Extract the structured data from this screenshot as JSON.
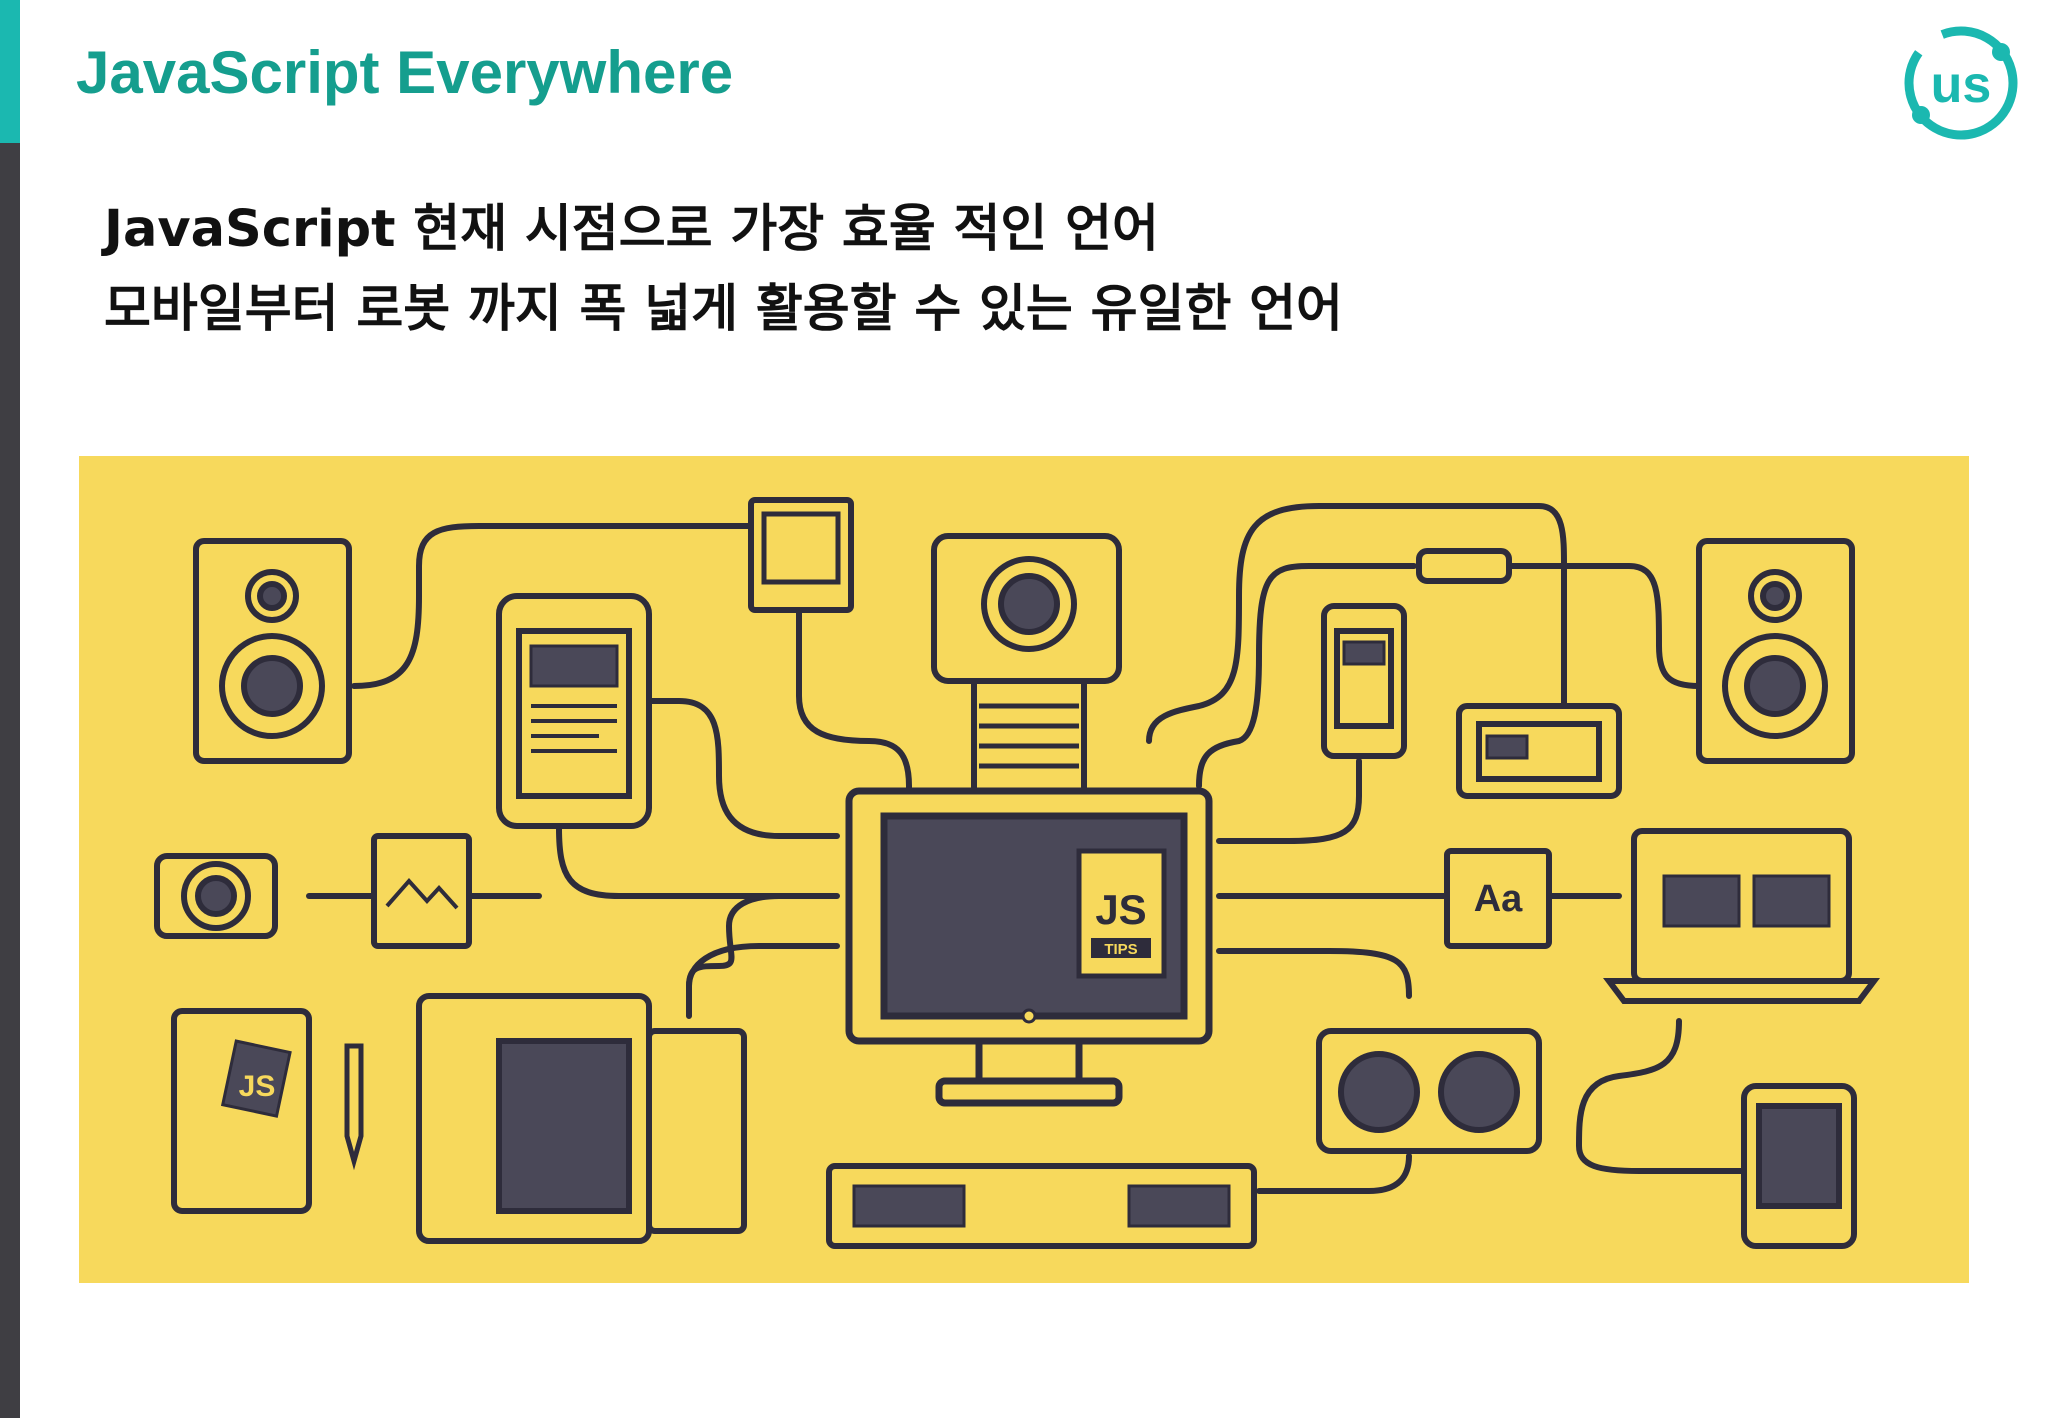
{
  "slide": {
    "title": "JavaScript Everywhere",
    "lines": [
      "JavaScript 현재 시점으로 가장 효율 적인 언어",
      "모바일부터 로봇 까지 폭 넓게 활용할 수 있는 유일한 언어"
    ],
    "logo_text": "us",
    "illustration": {
      "monitor_badge_main": "JS",
      "monitor_badge_sub": "TIPS",
      "notebook_label": "JS",
      "font_tile_label": "Aa"
    }
  },
  "colors": {
    "accent": "#159e8e",
    "teal_bar": "#1bb8b0",
    "side_bar": "#3f3e43",
    "illustration_bg": "#f7d95c",
    "line_art": "#2e2c3b",
    "screen": "#4a4858"
  }
}
